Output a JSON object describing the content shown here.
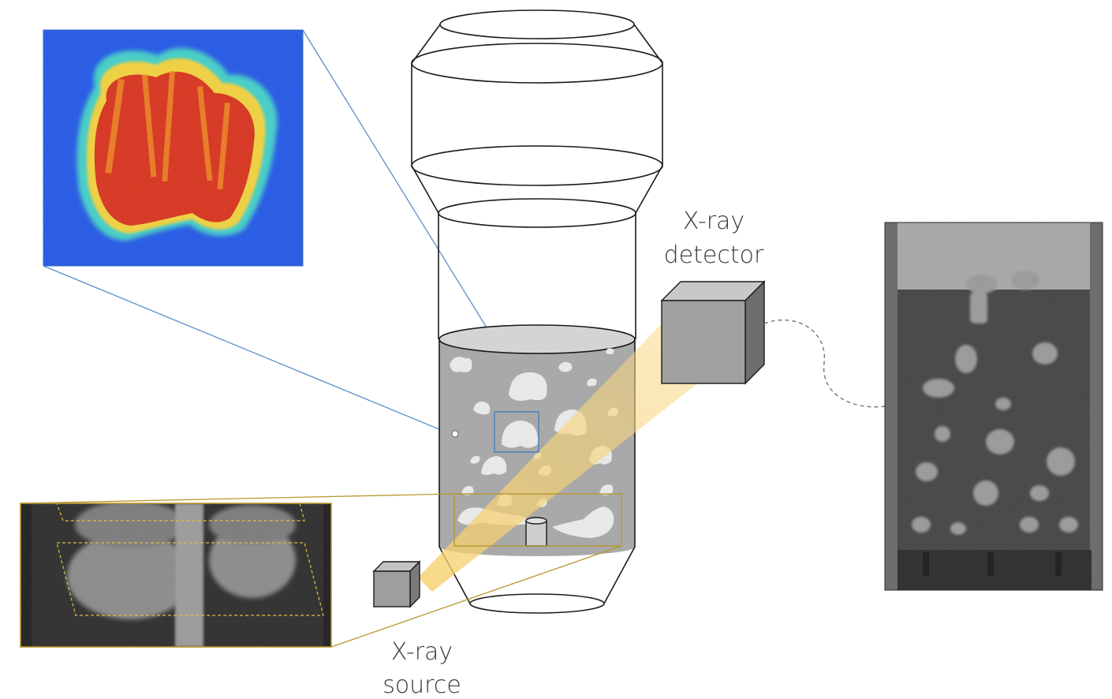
{
  "labels": {
    "detector_line1": "X-ray",
    "detector_line2": "detector",
    "source_line1": "X-ray",
    "source_line2": "source"
  },
  "colors": {
    "outline": "#1a1a1a",
    "liquid": "#a9a9a9",
    "beam": "#f3c24a",
    "zoom_line_blue": "#5b8fc9",
    "zoom_line_gold": "#b8962e",
    "box_face": "#9e9e9e"
  }
}
